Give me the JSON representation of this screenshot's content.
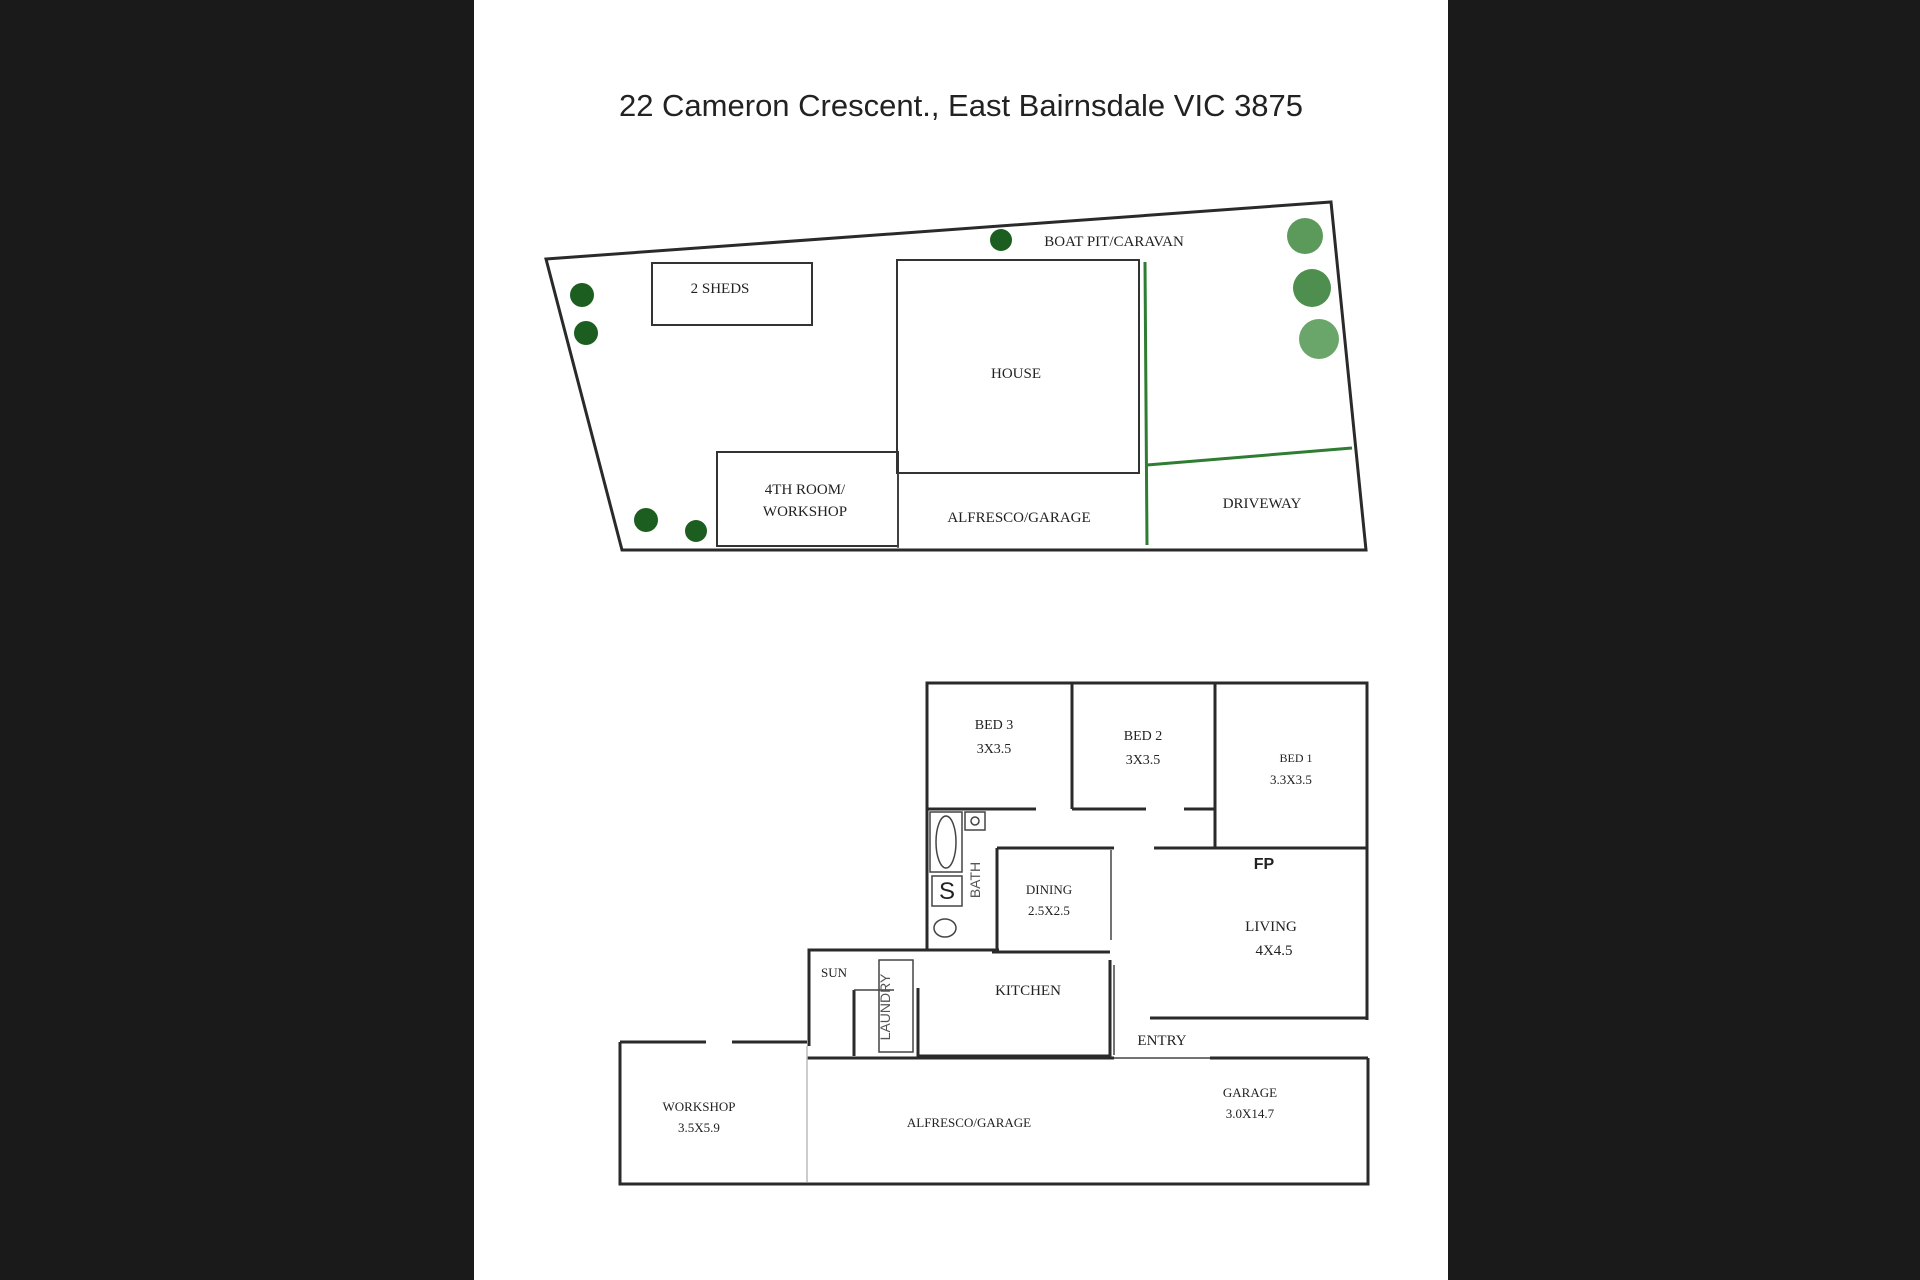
{
  "title": "22 Cameron Crescent., East Bairnsdale VIC 3875",
  "colors": {
    "background": "#1a1a1a",
    "page": "#ffffff",
    "wall": "#2a2a2a",
    "tree_dark": "#1b5e20",
    "tree_light": "#5c9a5c",
    "boundary_green": "#2e7d32"
  },
  "site_plan": {
    "labels": {
      "boat_pit": "BOAT PIT/CARAVAN",
      "sheds": "2 SHEDS",
      "house": "HOUSE",
      "room4_line1": "4TH ROOM/",
      "room4_line2": "WORKSHOP",
      "alfresco": "ALFRESCO/GARAGE",
      "driveway": "DRIVEWAY"
    }
  },
  "floor_plan": {
    "bed3": {
      "name": "BED 3",
      "size": "3X3.5"
    },
    "bed2": {
      "name": "BED 2",
      "size": "3X3.5"
    },
    "bed1": {
      "name": "BED 1",
      "size": "3.3X3.5"
    },
    "bath": "BATH",
    "fp": "FP",
    "dining": {
      "name": "DINING",
      "size": "2.5X2.5"
    },
    "living": {
      "name": "LIVING",
      "size": "4X4.5"
    },
    "sun": "SUN",
    "laundry": "LAUNDRY",
    "kitchen": "KITCHEN",
    "entry": "ENTRY",
    "workshop": {
      "name": "WORKSHOP",
      "size": "3.5X5.9"
    },
    "alfresco": "ALFRESCO/GARAGE",
    "garage": {
      "name": "GARAGE",
      "size": "3.0X14.7"
    },
    "toilet": "S"
  }
}
